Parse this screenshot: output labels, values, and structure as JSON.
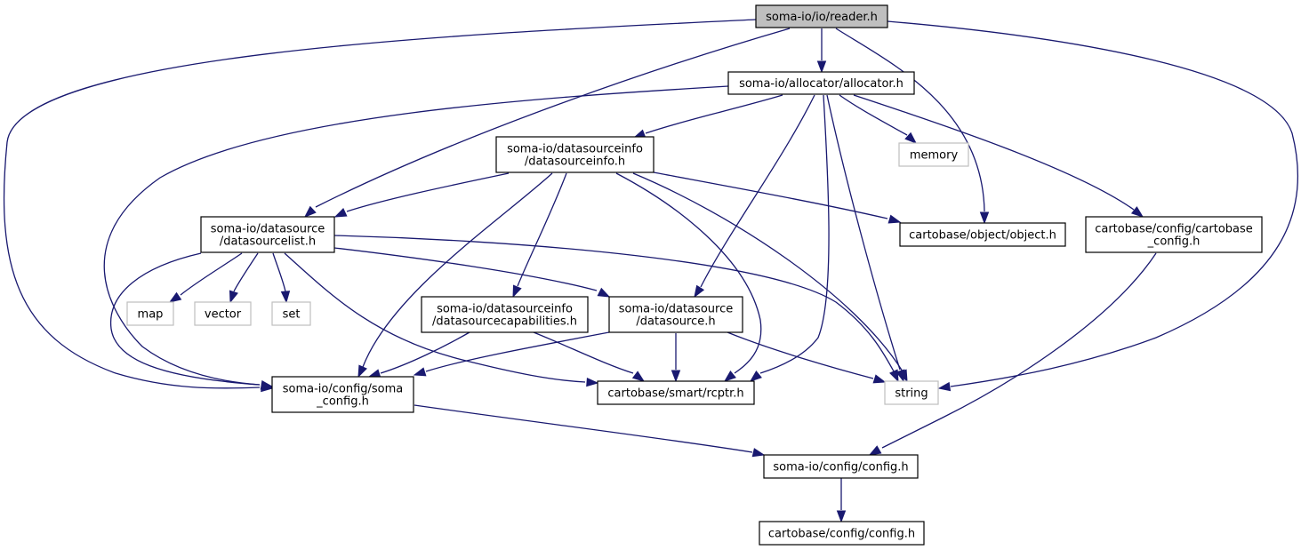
{
  "colors": {
    "edge": "#191970",
    "node_border": "#000000",
    "system_border": "#bfbfbf",
    "root_fill": "#bfbfbf",
    "node_fill": "#ffffff"
  },
  "nodes": [
    {
      "id": "reader",
      "lines": [
        "soma-io/io/reader.h"
      ],
      "kind": "root"
    },
    {
      "id": "allocator",
      "lines": [
        "soma-io/allocator/allocator.h"
      ],
      "kind": "file"
    },
    {
      "id": "dsinfo",
      "lines": [
        "soma-io/datasourceinfo",
        "/datasourceinfo.h"
      ],
      "kind": "file"
    },
    {
      "id": "memory",
      "lines": [
        "memory"
      ],
      "kind": "system"
    },
    {
      "id": "dslist",
      "lines": [
        "soma-io/datasource",
        "/datasourcelist.h"
      ],
      "kind": "file"
    },
    {
      "id": "object",
      "lines": [
        "cartobase/object/object.h"
      ],
      "kind": "file"
    },
    {
      "id": "cbconfig",
      "lines": [
        "cartobase/config/cartobase",
        "_config.h"
      ],
      "kind": "file"
    },
    {
      "id": "map",
      "lines": [
        "map"
      ],
      "kind": "system"
    },
    {
      "id": "vector",
      "lines": [
        "vector"
      ],
      "kind": "system"
    },
    {
      "id": "set",
      "lines": [
        "set"
      ],
      "kind": "system"
    },
    {
      "id": "dscap",
      "lines": [
        "soma-io/datasourceinfo",
        "/datasourcecapabilities.h"
      ],
      "kind": "file"
    },
    {
      "id": "ds",
      "lines": [
        "soma-io/datasource",
        "/datasource.h"
      ],
      "kind": "file"
    },
    {
      "id": "somaconfig",
      "lines": [
        "soma-io/config/soma",
        "_config.h"
      ],
      "kind": "file"
    },
    {
      "id": "rcptr",
      "lines": [
        "cartobase/smart/rcptr.h"
      ],
      "kind": "file"
    },
    {
      "id": "string",
      "lines": [
        "string"
      ],
      "kind": "system"
    },
    {
      "id": "config",
      "lines": [
        "soma-io/config/config.h"
      ],
      "kind": "file"
    },
    {
      "id": "cartoconfig",
      "lines": [
        "cartobase/config/config.h"
      ],
      "kind": "file"
    }
  ],
  "edges": [
    {
      "from": "reader",
      "to": "allocator"
    },
    {
      "from": "reader",
      "to": "dslist"
    },
    {
      "from": "reader",
      "to": "object"
    },
    {
      "from": "reader",
      "to": "somaconfig"
    },
    {
      "from": "reader",
      "to": "string"
    },
    {
      "from": "allocator",
      "to": "dsinfo"
    },
    {
      "from": "allocator",
      "to": "memory"
    },
    {
      "from": "allocator",
      "to": "cbconfig"
    },
    {
      "from": "allocator",
      "to": "ds"
    },
    {
      "from": "allocator",
      "to": "rcptr"
    },
    {
      "from": "allocator",
      "to": "string"
    },
    {
      "from": "allocator",
      "to": "somaconfig"
    },
    {
      "from": "dsinfo",
      "to": "dslist"
    },
    {
      "from": "dsinfo",
      "to": "object"
    },
    {
      "from": "dsinfo",
      "to": "dscap"
    },
    {
      "from": "dsinfo",
      "to": "somaconfig"
    },
    {
      "from": "dsinfo",
      "to": "rcptr"
    },
    {
      "from": "dsinfo",
      "to": "string"
    },
    {
      "from": "dslist",
      "to": "map"
    },
    {
      "from": "dslist",
      "to": "vector"
    },
    {
      "from": "dslist",
      "to": "set"
    },
    {
      "from": "dslist",
      "to": "ds"
    },
    {
      "from": "dslist",
      "to": "somaconfig"
    },
    {
      "from": "dslist",
      "to": "rcptr"
    },
    {
      "from": "dslist",
      "to": "string"
    },
    {
      "from": "dscap",
      "to": "somaconfig"
    },
    {
      "from": "dscap",
      "to": "rcptr"
    },
    {
      "from": "ds",
      "to": "somaconfig"
    },
    {
      "from": "ds",
      "to": "rcptr"
    },
    {
      "from": "ds",
      "to": "string"
    },
    {
      "from": "cbconfig",
      "to": "config"
    },
    {
      "from": "somaconfig",
      "to": "config"
    },
    {
      "from": "config",
      "to": "cartoconfig"
    }
  ]
}
